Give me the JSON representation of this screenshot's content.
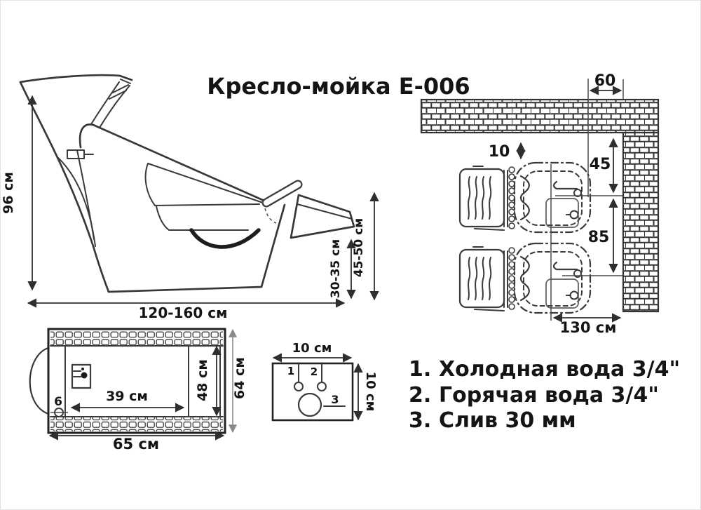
{
  "title": "Кресло-мойка E-006",
  "side_view": {
    "height": "96 см",
    "length": "120-160 см",
    "seat_height": "30-35 см",
    "footrest_height": "45-50 см"
  },
  "room_view": {
    "wall_offset": "60",
    "back_gap": "10",
    "wall_to_center": "45",
    "between_chairs": "85",
    "depth": "130 см"
  },
  "base_view": {
    "width": "65 см",
    "depth": "64 см",
    "seat_width": "39 см",
    "seat_depth": "48 см",
    "wheel_offset": "6"
  },
  "panel": {
    "width": "10 см",
    "height": "10 см",
    "p1": "1",
    "p2": "2",
    "p3": "3"
  },
  "legend": {
    "items": [
      {
        "num": "1.",
        "label": "Холодная вода 3/4\""
      },
      {
        "num": "2.",
        "label": "Горячая вода 3/4\""
      },
      {
        "num": "3.",
        "label": "Слив 30 мм"
      }
    ]
  }
}
